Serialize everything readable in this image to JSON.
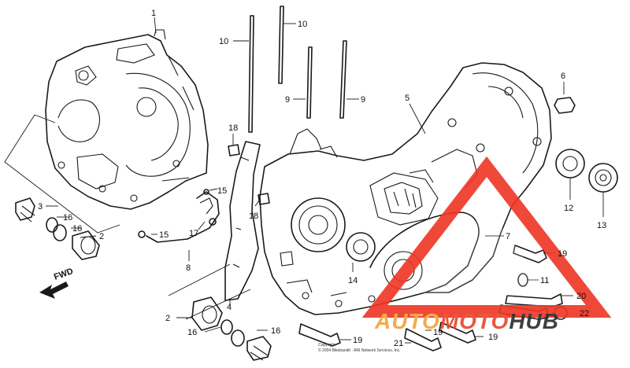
{
  "diagram": {
    "background": "#ffffff",
    "line_color": "#1a1a1a",
    "direction_label": "FWD",
    "copyright": [
      "Copyright",
      "© 2004 Bikebandit · ARI Network Services, Inc."
    ],
    "callouts": [
      {
        "id": "c1",
        "text": "1"
      },
      {
        "id": "c10a",
        "text": "10"
      },
      {
        "id": "c10b",
        "text": "10"
      },
      {
        "id": "c9a",
        "text": "9"
      },
      {
        "id": "c9b",
        "text": "9"
      },
      {
        "id": "c5",
        "text": "5"
      },
      {
        "id": "c6",
        "text": "6"
      },
      {
        "id": "c3",
        "text": "3"
      },
      {
        "id": "c16a",
        "text": "16"
      },
      {
        "id": "c16b",
        "text": "16"
      },
      {
        "id": "c2a",
        "text": "2"
      },
      {
        "id": "c18a",
        "text": "18"
      },
      {
        "id": "c18b",
        "text": "18"
      },
      {
        "id": "c15a",
        "text": "15"
      },
      {
        "id": "c15b",
        "text": "15"
      },
      {
        "id": "c17",
        "text": "17"
      },
      {
        "id": "c8",
        "text": "8"
      },
      {
        "id": "c4",
        "text": "4"
      },
      {
        "id": "c12",
        "text": "12"
      },
      {
        "id": "c13",
        "text": "13"
      },
      {
        "id": "c7",
        "text": "7"
      },
      {
        "id": "c19a",
        "text": "19"
      },
      {
        "id": "c11",
        "text": "11"
      },
      {
        "id": "c20",
        "text": "20"
      },
      {
        "id": "c14",
        "text": "14"
      },
      {
        "id": "c2b",
        "text": "2"
      },
      {
        "id": "c16c",
        "text": "16"
      },
      {
        "id": "c16d",
        "text": "16"
      },
      {
        "id": "c19b",
        "text": "19"
      },
      {
        "id": "c19c",
        "text": "19"
      },
      {
        "id": "c22",
        "text": "22"
      },
      {
        "id": "c21",
        "text": "21"
      },
      {
        "id": "c19d",
        "text": "19"
      }
    ]
  },
  "watermark": {
    "text": "AUTOMOTOHUB",
    "parts": [
      "AUTO",
      "MOTO",
      "HUB"
    ],
    "colors": {
      "auto": "#f2a33a",
      "moto": "#e8452b",
      "hub": "#2b2b2b",
      "triangle": "#ee3524"
    }
  }
}
